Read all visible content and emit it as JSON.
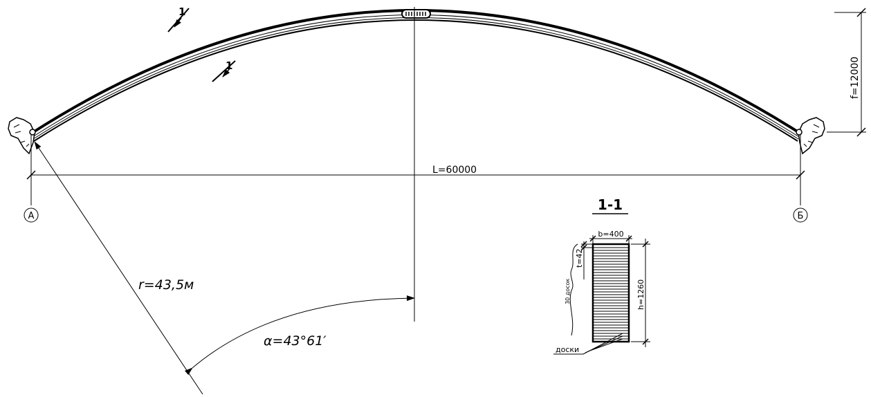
{
  "drawing": {
    "span_label": "L=60000",
    "rise_label": "f=12000",
    "radius_label": "r=43,5м",
    "angle_label": "α=43°61′",
    "axis_left_label": "А",
    "axis_right_label": "Б",
    "section_cut_label": "1",
    "section_title": "1-1",
    "section": {
      "width_label": "b=400",
      "height_label": "h=1260",
      "board_thickness_label": "t=42",
      "board_count_label": "30 досок",
      "boards_label": "доски"
    }
  }
}
